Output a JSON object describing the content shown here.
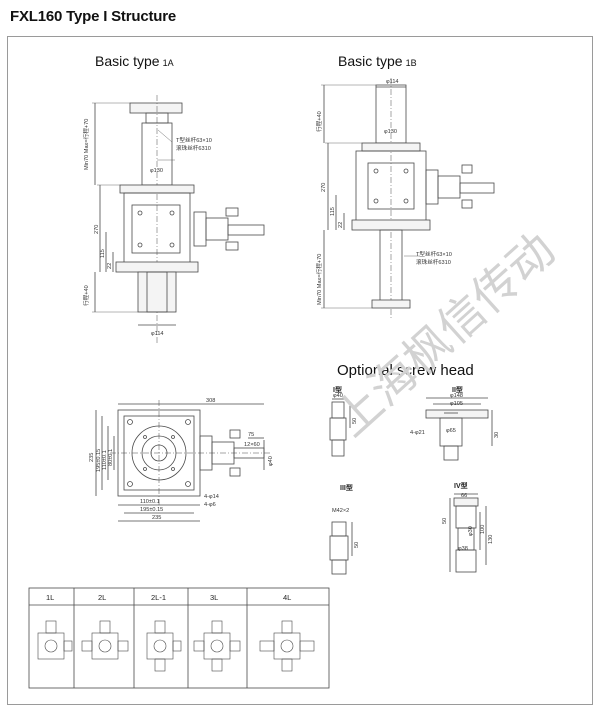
{
  "page_title": "FXL160 Type I Structure",
  "sections": {
    "basic_1a": {
      "title": "Basic type",
      "tag": "1A"
    },
    "basic_1b": {
      "title": "Basic type",
      "tag": "1B"
    },
    "screw_head": {
      "title": "Optional screw head"
    }
  },
  "view_1a": {
    "dim_stroke": "Min70  Max=行程+70",
    "dim_130": "φ130",
    "note_1": "T型丝杆63×10",
    "note_2": "滚珠丝杆6310",
    "dim_270": "270",
    "dim_115": "115",
    "dim_22": "22",
    "dim_travel": "行程+40",
    "dim_114": "φ114"
  },
  "view_1b": {
    "dim_114": "φ114",
    "dim_travel": "行程+40",
    "dim_130": "φ130",
    "dim_270": "270",
    "dim_115": "115",
    "dim_22": "22",
    "note_1": "T型丝杆63×10",
    "note_2": "滚珠丝杆6310",
    "dim_stroke": "Min70  Max=行程+70"
  },
  "plan_view": {
    "dim_308": "308",
    "dim_235_left": "235",
    "dim_195_left": "195±0.15",
    "dim_110_left": "110±0.1",
    "dim_80": "80±0.1",
    "dim_75": "75",
    "dim_12": "12×60",
    "dim_40": "φ40",
    "dim_4_14": "4-φ14",
    "dim_4_6": "4-φ6",
    "dim_110_bottom": "110±0.1",
    "dim_195_bottom": "195±0.15",
    "dim_235_bottom": "235"
  },
  "screw_heads": {
    "type1": {
      "label": "I型",
      "d": "φ40",
      "h": "50"
    },
    "type2": {
      "label": "II型",
      "d1": "φ148",
      "d2": "φ105",
      "d3": "φ65",
      "holes": "4-φ21",
      "h": "30"
    },
    "type3": {
      "label": "III型",
      "thread": "M42×2",
      "h": "50"
    },
    "type4": {
      "label": "IV型",
      "d1": "66",
      "d2": "φ30",
      "d3": "φ38",
      "h1": "50",
      "h2": "100",
      "h3": "130"
    }
  },
  "layouts": [
    "1L",
    "2L",
    "2L-1",
    "3L",
    "4L"
  ],
  "watermark": "上海枫信传动",
  "colors": {
    "line": "#4a4a4a",
    "frame": "#9a9a9a",
    "fill": "#f4f4f4",
    "watermark": "#d2d2d2"
  }
}
